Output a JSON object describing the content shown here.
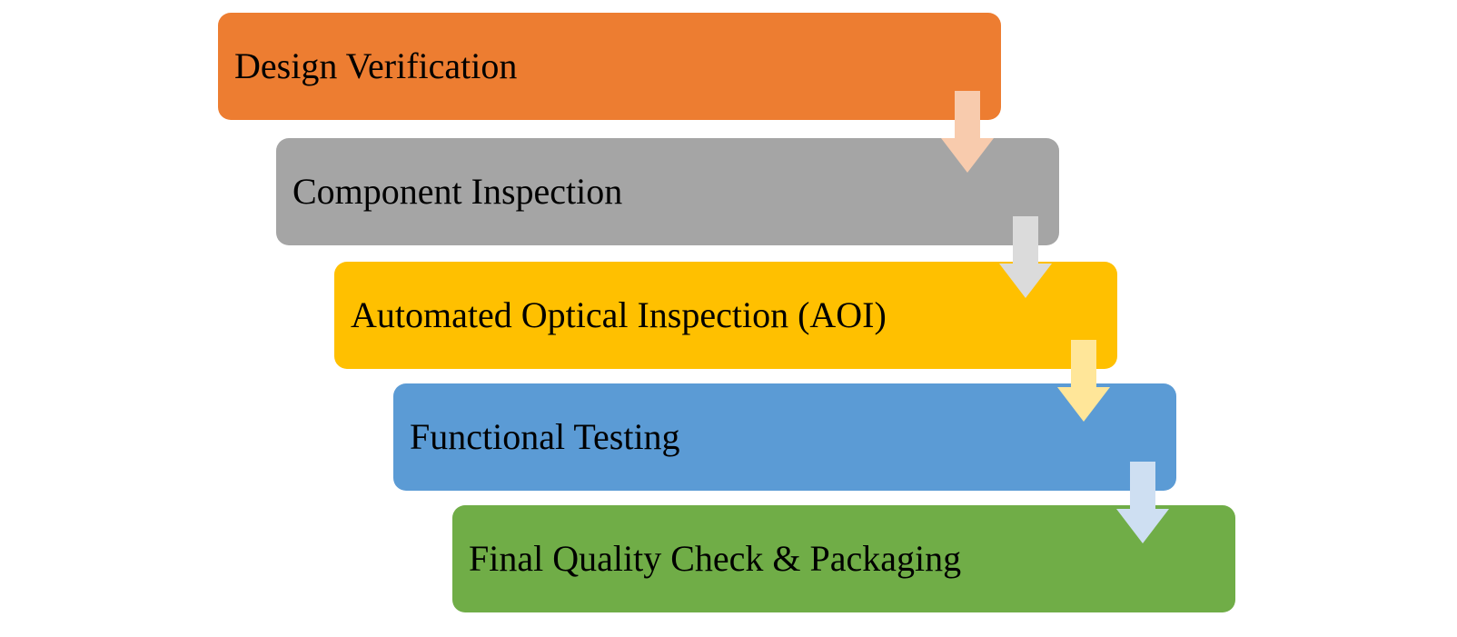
{
  "diagram": {
    "type": "process-flow",
    "orientation": "staggered-vertical",
    "background_color": "#FFFFFF",
    "text_color": "#000000",
    "steps": [
      {
        "label": "Design Verification",
        "color": "#ED7D31",
        "arrow_color": "#F8CBAD"
      },
      {
        "label": "Component Inspection",
        "color": "#A5A5A5",
        "arrow_color": "#DBDBDB"
      },
      {
        "label": "Automated Optical Inspection (AOI)",
        "color": "#FFC000",
        "arrow_color": "#FFE699"
      },
      {
        "label": "Functional Testing",
        "color": "#5B9BD5",
        "arrow_color": "#CEDFF2"
      },
      {
        "label": "Final Quality Check & Packaging",
        "color": "#70AD47"
      }
    ]
  }
}
